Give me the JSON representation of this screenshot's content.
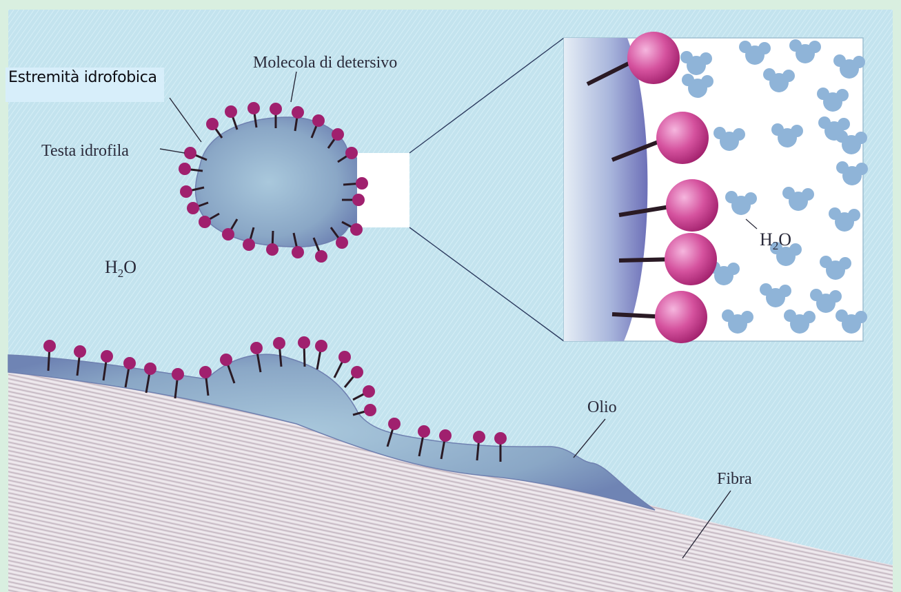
{
  "title": "Estremità idrofobica",
  "labels": {
    "detergent_molecule": "Molecola di detersivo",
    "hydrophilic_head": "Testa idrofila",
    "water_main": "H2O",
    "water_inset": "H2O",
    "oil": "Olio",
    "fiber": "Fibra"
  },
  "colors": {
    "background": "#bfe0ea",
    "frame": "#d9efe0",
    "oil": "#8aa2c4",
    "head": "#a0206e",
    "tail": "#2a1a24",
    "water_molecule": "#8fb4d8",
    "fiber": "#cdbfc6"
  }
}
